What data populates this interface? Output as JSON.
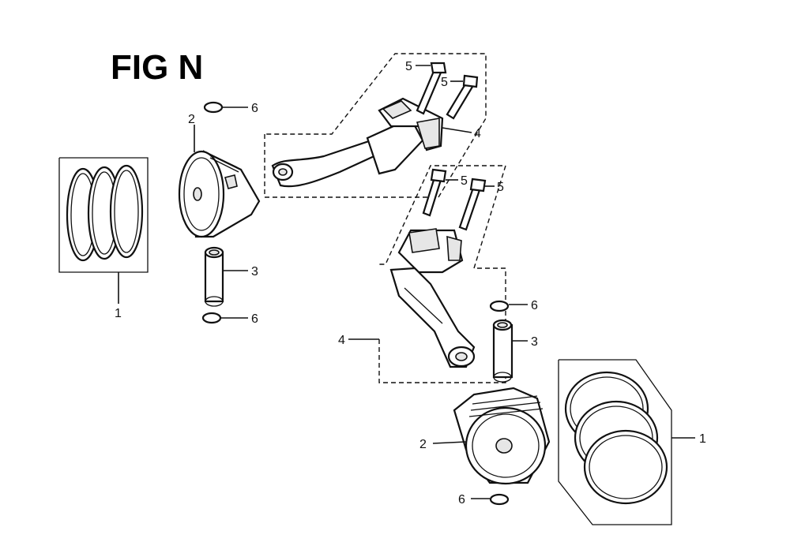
{
  "figure": {
    "title": "FIG N"
  },
  "callouts": {
    "ring_set_left": "1",
    "piston_left": "2",
    "pin_left": "3",
    "clip_left_top": "6",
    "clip_left_bottom": "6",
    "rod_top": "4",
    "bolt_top_a": "5",
    "bolt_top_b": "5",
    "bolt_mid_a": "5",
    "bolt_mid_b": "5",
    "rod_mid": "4",
    "clip_right_top": "6",
    "pin_right": "3",
    "piston_right": "2",
    "clip_right_bottom": "6",
    "ring_set_right": "1"
  }
}
